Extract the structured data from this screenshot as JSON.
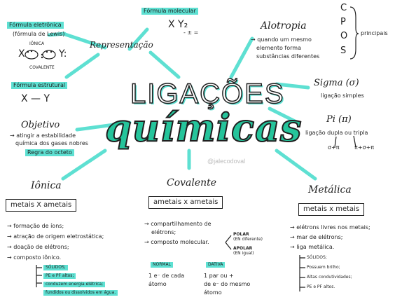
{
  "title": {
    "line1": "LIGAÇÕES",
    "line2": "químicas"
  },
  "watermark": "@jalecodoval",
  "formula_molecular": {
    "title": "Fórmula molecular",
    "example": "X Y₂",
    "symbols": "- ± ="
  },
  "formula_eletronica": {
    "title": "Fórmula eletrônica",
    "subtitle": "(fórmula de Lewis)",
    "label_top": "IÔNICA",
    "label_bottom": "COVALENTE"
  },
  "representacao": "Representação",
  "formula_estrutural": {
    "title": "Fórmula estrutural",
    "example": "X — Y"
  },
  "objetivo": {
    "title": "Objetivo",
    "line1": "atingir a estabilidade",
    "line2": "química dos gases nobres",
    "line3": "Regra do octeto"
  },
  "alotropia": {
    "title": "Alotropia",
    "line1": "quando um mesmo",
    "line2": "elemento forma",
    "line3": "substâncias diferentes",
    "letters": [
      "C",
      "P",
      "O",
      "S"
    ],
    "principais": "principais"
  },
  "sigma": {
    "title": "Sigma (σ)",
    "desc": "ligação simples"
  },
  "pi": {
    "title": "Pi (π)",
    "desc": "ligação dupla ou tripla",
    "dupla": "σ+π",
    "tripla": "π+σ+π"
  },
  "ionica": {
    "title": "Iônica",
    "box": "metais X ametais",
    "items": [
      "formação de íons;",
      "atração de origem eletrostática;",
      "doação de elétrons;",
      "composto iônico."
    ],
    "sub": [
      "SÓLIDOS;",
      "PE e PF altos;",
      "conduzem energia elétrica;",
      "fundidos ou dissolvidos em água."
    ]
  },
  "covalente": {
    "title": "Covalente",
    "box": "ametais x ametais",
    "items": [
      "compartilhamento de",
      "elétrons;",
      "composto molecular."
    ],
    "polar": "POLAR",
    "polar_sub": "(EN diferente)",
    "apolar": "APOLAR",
    "apolar_sub": "(EN igual)",
    "normal_title": "NORMAL",
    "normal_text": [
      "1 e⁻ de cada",
      "átomo"
    ],
    "dativa_title": "DATIVA",
    "dativa_text": [
      "1 par ou +",
      "de e⁻ do mesmo",
      "átomo"
    ]
  },
  "metalica": {
    "title": "Metálica",
    "box": "metais x metais",
    "items": [
      "elétrons livres nos metais;",
      "mar de elétrons;",
      "liga metálica."
    ],
    "sub": [
      "SÓLIDOS;",
      "Possuem brilho;",
      "Altas condutividades;",
      "PE e PF altos."
    ]
  },
  "colors": {
    "accent": "#5ee0d2",
    "title_green": "#25c49b",
    "ink": "#1f1f1f"
  }
}
